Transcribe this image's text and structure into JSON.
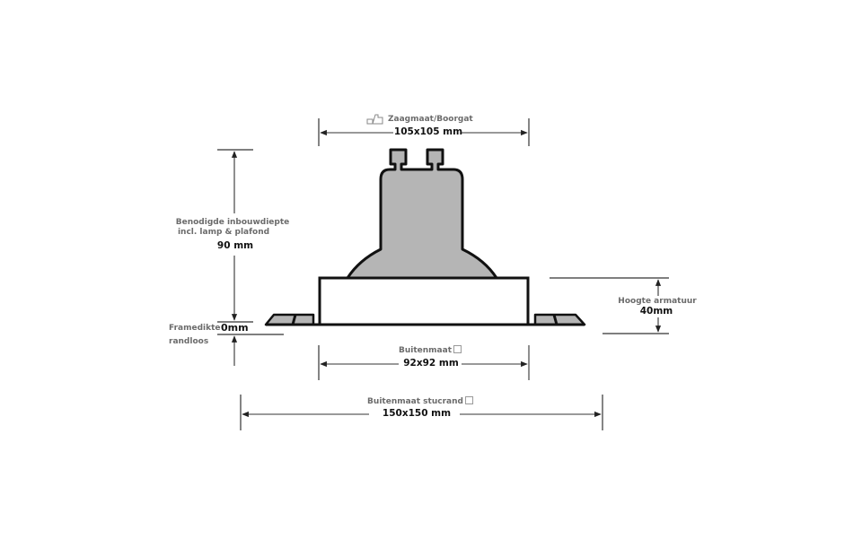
{
  "diagram": {
    "type": "technical-dimension-drawing",
    "subject": "Recessed GU10 spotlight fixture, frameless (randloos)",
    "colors": {
      "outline": "#111111",
      "fill_lamp": "#b5b5b5",
      "dimension_line": "#333333",
      "label_gray": "#6b6b6b",
      "label_dark": "#111111",
      "background": "#ffffff"
    }
  },
  "labels": {
    "saw_size": {
      "icon": "saw-drill-icon",
      "title": "Zaagmaat/Boorgat",
      "value": "105x105  mm"
    },
    "depth": {
      "line1": "Benodigde inbouwdiepte",
      "line2": "incl. lamp & plafond",
      "value": "90 mm"
    },
    "frame": {
      "title": "Framedikte",
      "value": "0mm",
      "subtitle": "randloos"
    },
    "height": {
      "title": "Hoogte armatuur",
      "value": "40mm"
    },
    "outer": {
      "title": "Buitenmaat",
      "icon": "square-icon",
      "value": "92x92  mm"
    },
    "plaster": {
      "title": "Buitenmaat stucrand",
      "icon": "square-icon",
      "value": "150x150  mm"
    }
  }
}
